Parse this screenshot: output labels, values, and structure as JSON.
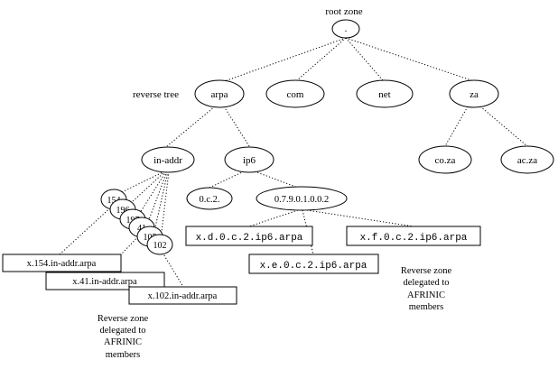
{
  "labels": {
    "root_zone": "root zone",
    "reverse_tree": "reverse tree",
    "note_left": [
      "Reverse zone",
      "delegated to",
      "AFRINIC",
      "members"
    ],
    "note_right": [
      "Reverse zone",
      "delegated to",
      "AFRINIC",
      "members"
    ]
  },
  "nodes": {
    "root": ".",
    "arpa": "arpa",
    "com": "com",
    "net": "net",
    "za": "za",
    "in_addr": "in-addr",
    "ip6": "ip6",
    "co_za": "co.za",
    "ac_za": "ac.za",
    "n154": "154",
    "n196": "196",
    "n197": "197",
    "n41": "41",
    "n105": "105",
    "n102": "102",
    "n0c2": "0.c.2.",
    "n0790": "0.7.9.0.1.0.0.2"
  },
  "boxes": {
    "x154": "x.154.in-addr.arpa",
    "x41": "x.41.in-addr.arpa",
    "x102": "x.102.in-addr.arpa",
    "xd": "x.d.0.c.2.ip6.arpa",
    "xe": "x.e.0.c.2.ip6.arpa",
    "xf": "x.f.0.c.2.ip6.arpa"
  }
}
